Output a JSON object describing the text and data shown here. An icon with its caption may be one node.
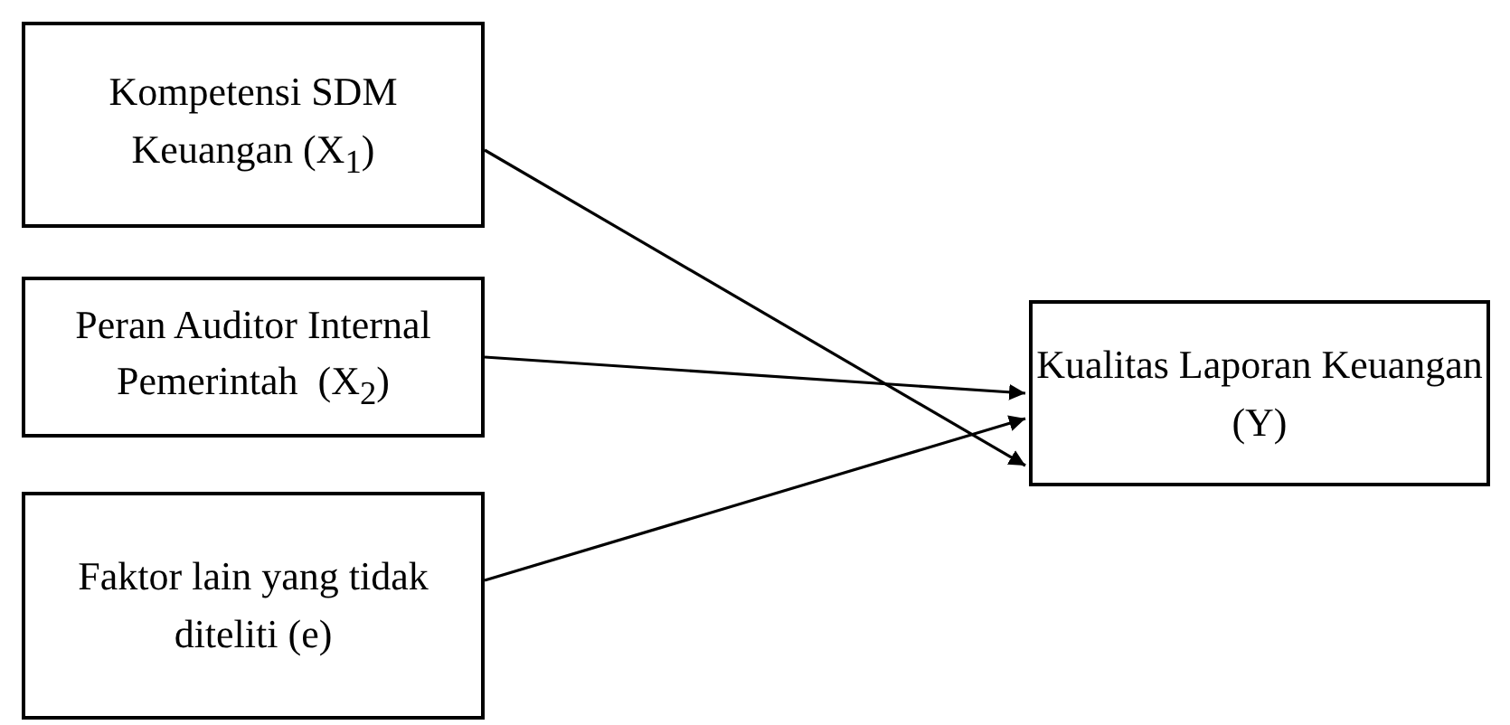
{
  "diagram": {
    "nodes": [
      {
        "text": [
          "Kompetensi SDM Keuangan (X$_{1}$)"
        ]
      },
      {
        "text": [
          "Peran Auditor Internal Pemerintah  (X$_{2}$)"
        ]
      },
      {
        "text": [
          "Faktor lain yang tidak diteliti (e)"
        ]
      },
      {
        "text": [
          "Kualitas Laporan Keuangan (Y)"
        ]
      }
    ],
    "edges": [
      {
        "from": 0,
        "to": 3,
        "arrow": "to"
      },
      {
        "from": 1,
        "to": 3,
        "arrow": "to"
      },
      {
        "from": 2,
        "to": 3,
        "arrow": "to"
      }
    ]
  }
}
